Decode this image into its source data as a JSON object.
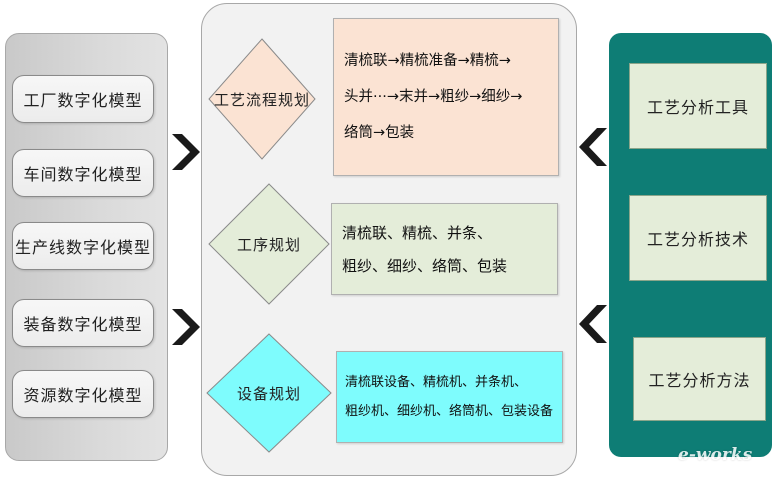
{
  "left_models": [
    "工厂数字化模型",
    "车间数字化模型",
    "生产线数字化模型",
    "装备数字化模型",
    "资源数字化模型"
  ],
  "plans": [
    {
      "label": "工艺流程规划",
      "color": "#fbe3d3",
      "lines": [
        "清梳联→精梳准备→精梳→",
        "头并···→末并→粗纱→细纱→",
        "络筒→包装"
      ]
    },
    {
      "label": "工序规划",
      "color": "#e4edd9",
      "lines": [
        "清梳联、精梳、并条、",
        "粗纱、细纱、络筒、包装"
      ]
    },
    {
      "label": "设备规划",
      "color": "#7efcfd",
      "lines": [
        "清梳联设备、精梳机、并条机、",
        "粗纱机、细纱机、络筒机、包装设备"
      ]
    }
  ],
  "right_tools": [
    "工艺分析工具",
    "工艺分析技术",
    "工艺分析方法"
  ],
  "colors": {
    "panel_teal": "#0e7d75",
    "chevron": "#1a1a1a"
  },
  "watermark": "e-works"
}
